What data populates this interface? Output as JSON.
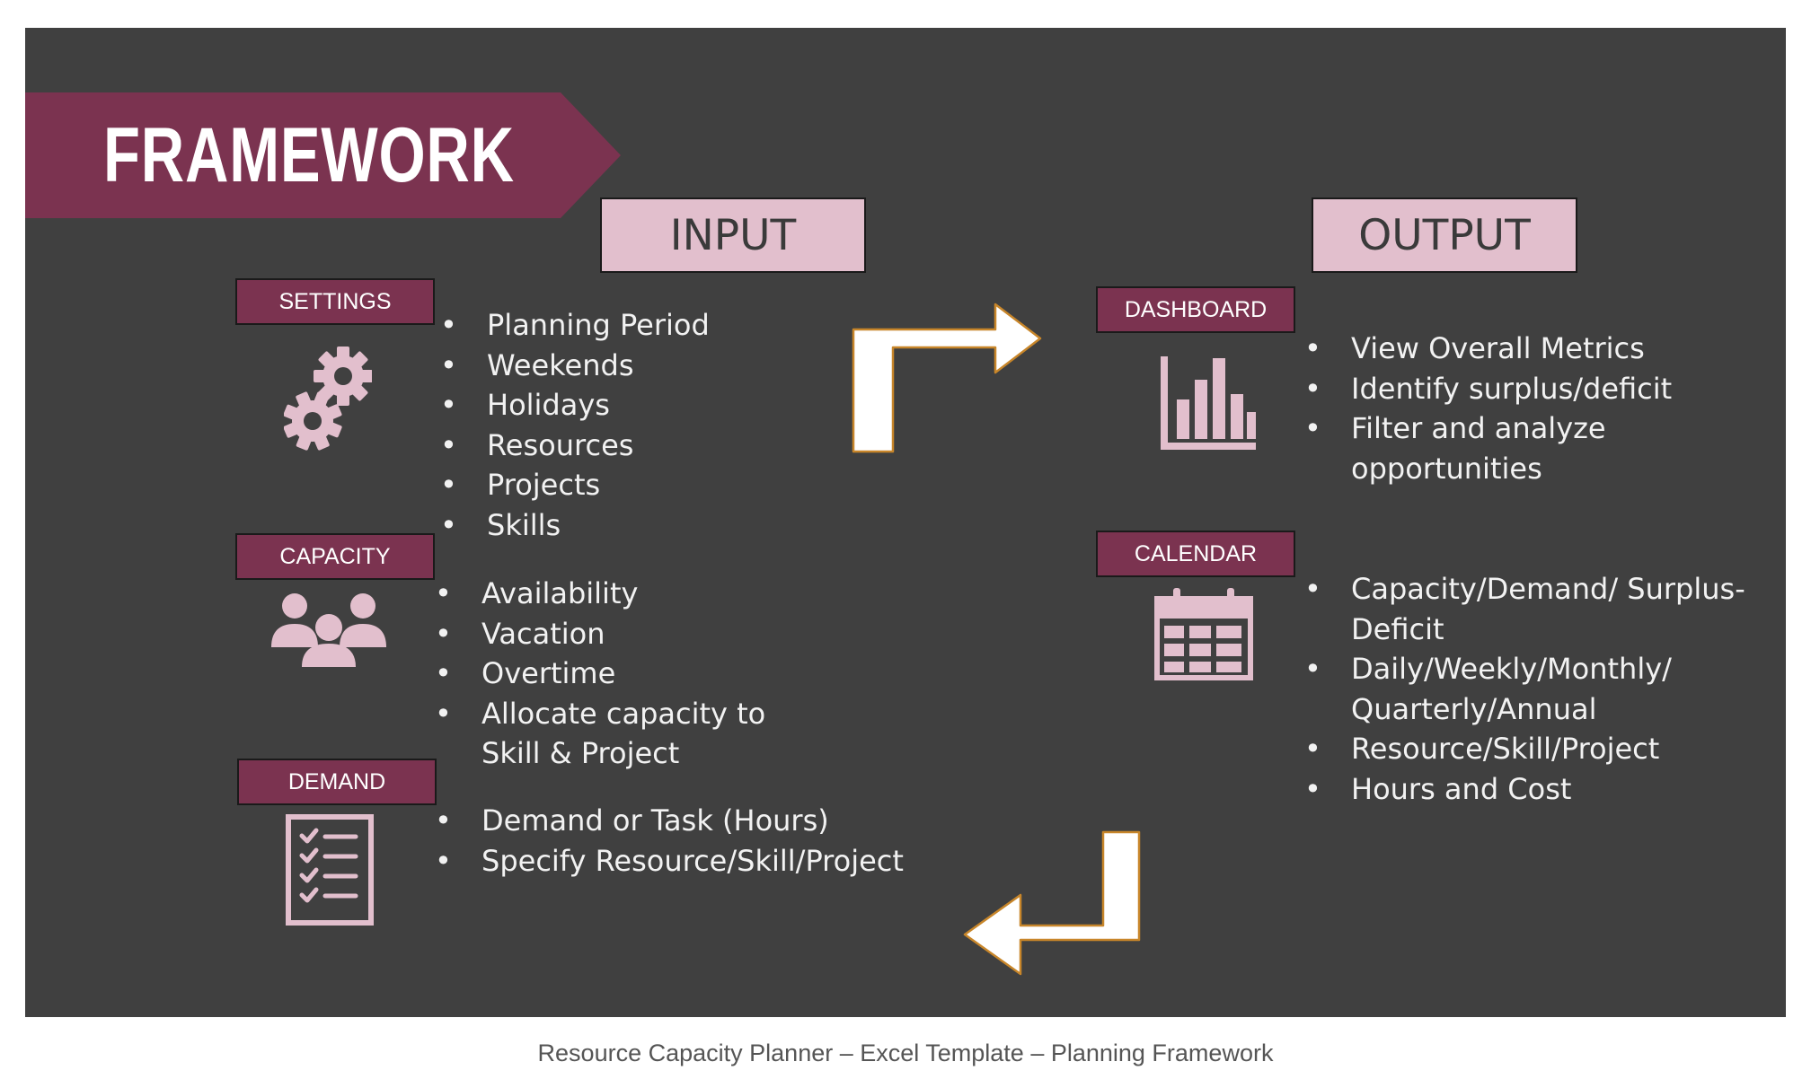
{
  "title": "FRAMEWORK",
  "input_header": "INPUT",
  "output_header": "OUTPUT",
  "sections": {
    "settings": {
      "label": "SETTINGS",
      "icon": "gears-icon",
      "items": [
        "Planning Period",
        "Weekends",
        "Holidays",
        "Resources",
        "Projects",
        "Skills"
      ]
    },
    "capacity": {
      "label": "CAPACITY",
      "icon": "people-group-icon",
      "items": [
        "Availability",
        "Vacation",
        "Overtime",
        "Allocate capacity to",
        "Skill & Project"
      ]
    },
    "demand": {
      "label": "DEMAND",
      "icon": "checklist-icon",
      "items": [
        "Demand or Task (Hours)",
        "Specify Resource/Skill/Project"
      ]
    },
    "dashboard": {
      "label": "DASHBOARD",
      "icon": "bar-chart-icon",
      "items": [
        "View Overall Metrics",
        "Identify surplus/deficit",
        "Filter and analyze",
        "opportunities"
      ]
    },
    "calendar": {
      "label": "CALENDAR",
      "icon": "calendar-icon",
      "items": [
        "Capacity/Demand/ Surplus-",
        "Deficit",
        "Daily/Weekly/Monthly/",
        "Quarterly/Annual",
        "Resource/Skill/Project",
        "Hours and Cost"
      ]
    }
  },
  "caption": "Resource Capacity Planner – Excel Template – Planning Framework",
  "colors": {
    "background": "#404040",
    "accent": "#7b3350",
    "header_fill": "#e2bfcd",
    "icon": "#e2bfcd",
    "arrow_fill": "#ffffff",
    "arrow_stroke": "#c8862a"
  }
}
